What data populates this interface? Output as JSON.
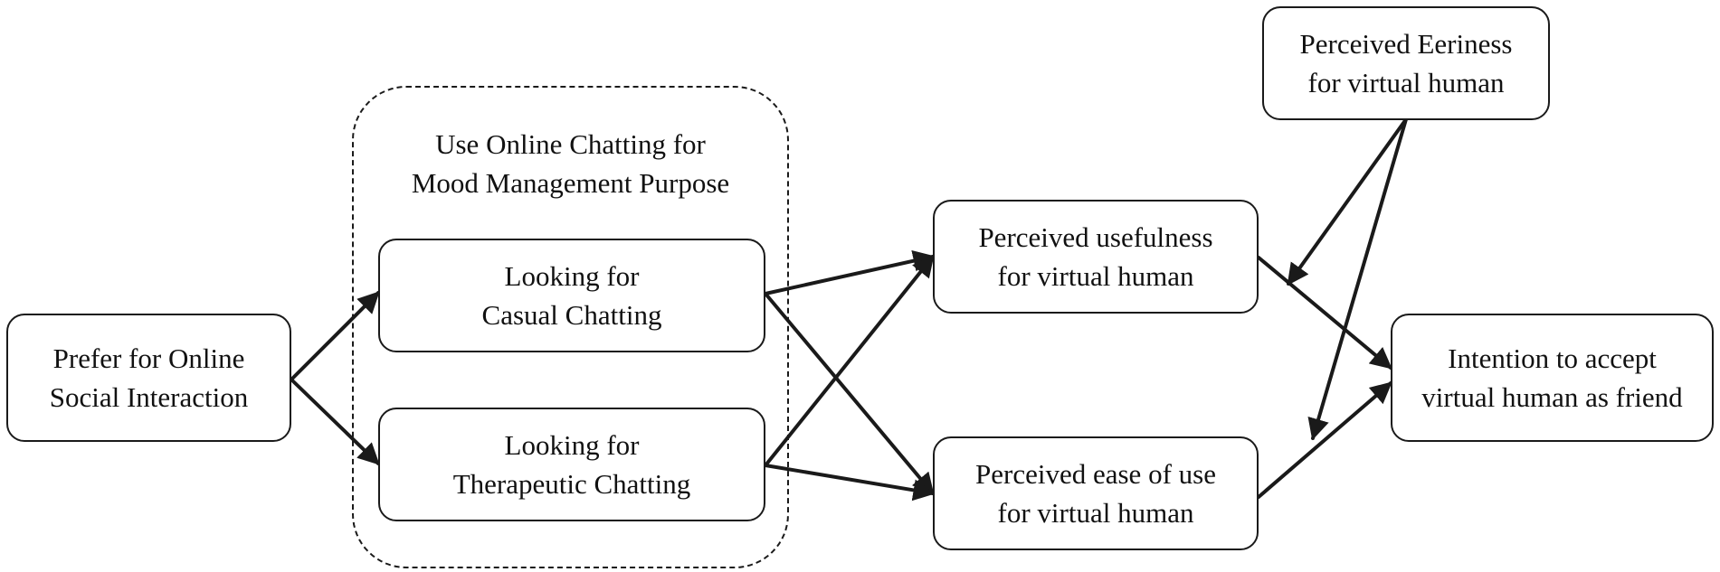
{
  "diagram": {
    "group": {
      "label_line1": "Use Online Chatting for",
      "label_line2": "Mood Management Purpose"
    },
    "nodes": {
      "prefer_online": {
        "line1": "Prefer for Online",
        "line2": "Social Interaction"
      },
      "casual": {
        "line1": "Looking for",
        "line2": "Casual Chatting"
      },
      "therapeutic": {
        "line1": "Looking for",
        "line2": "Therapeutic Chatting"
      },
      "usefulness": {
        "line1": "Perceived usefulness",
        "line2": "for virtual human"
      },
      "ease_of_use": {
        "line1": "Perceived ease of use",
        "line2": "for virtual human"
      },
      "eeriness": {
        "line1": "Perceived Eeriness",
        "line2": "for virtual human"
      },
      "intention": {
        "line1": "Intention to accept",
        "line2": "virtual human as friend"
      }
    },
    "edges": [
      {
        "from": "prefer_online",
        "to": "casual"
      },
      {
        "from": "prefer_online",
        "to": "therapeutic"
      },
      {
        "from": "casual",
        "to": "usefulness"
      },
      {
        "from": "casual",
        "to": "ease_of_use"
      },
      {
        "from": "therapeutic",
        "to": "usefulness"
      },
      {
        "from": "therapeutic",
        "to": "ease_of_use"
      },
      {
        "from": "usefulness",
        "to": "intention"
      },
      {
        "from": "ease_of_use",
        "to": "intention"
      },
      {
        "from": "eeriness",
        "to": "usefulness-intention path",
        "type": "moderation"
      },
      {
        "from": "eeriness",
        "to": "ease_of_use-intention path",
        "type": "moderation"
      }
    ],
    "colors": {
      "stroke": "#1a1a1a",
      "text": "#111111",
      "background": "#ffffff"
    }
  }
}
